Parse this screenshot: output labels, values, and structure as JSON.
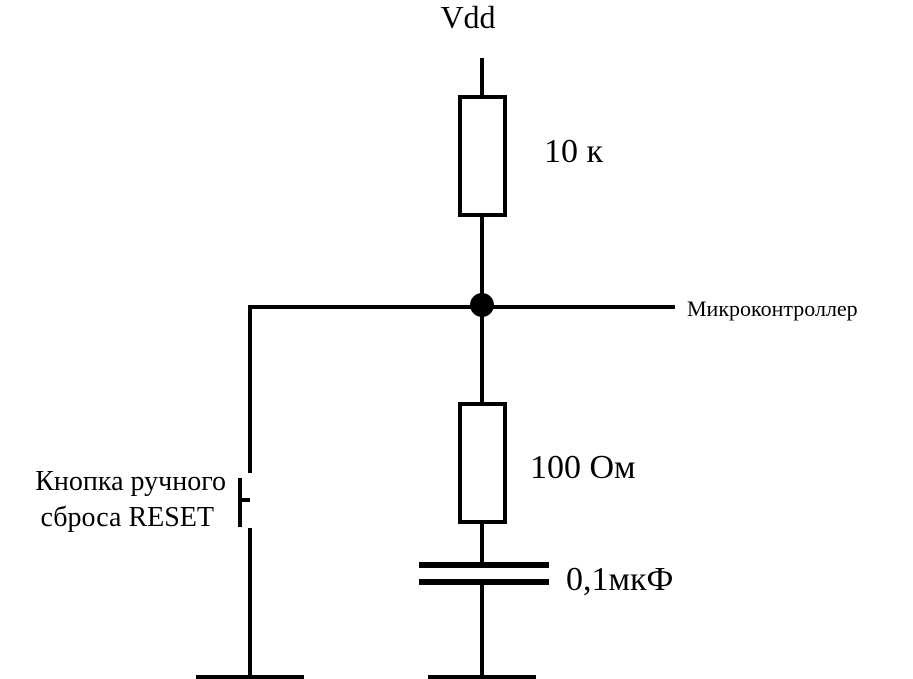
{
  "diagram": {
    "supply_label": "Vdd",
    "r1_label": "10 к",
    "mcu_label": "Микроконтроллер",
    "button_label_line1": "Кнопка ручного",
    "button_label_line2": "сброса RESET",
    "r2_label": "100 Ом",
    "cap_label": "0,1мкФ",
    "colors": {
      "line": "#000000",
      "background": "#ffffff"
    }
  }
}
